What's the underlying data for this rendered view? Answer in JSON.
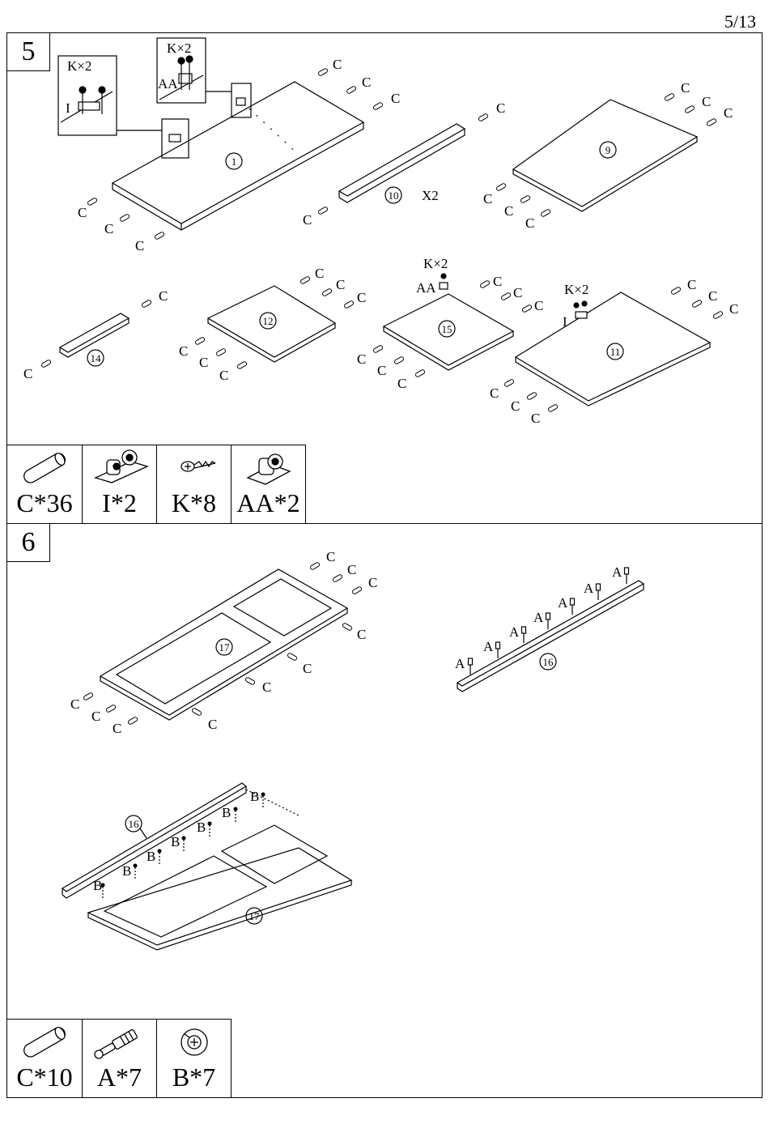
{
  "page_number": "5/13",
  "step5": {
    "number": "5",
    "labels": {
      "c": "C",
      "k2": "K×2",
      "i": "I",
      "aa": "AA",
      "p1": "1",
      "p9": "9",
      "p10": "10",
      "p10x": "X2",
      "p11": "11",
      "p12": "12",
      "p14": "14",
      "p15": "15"
    },
    "parts": [
      {
        "id": "C",
        "qty": "C*36",
        "icon": "dowel-icon"
      },
      {
        "id": "I",
        "qty": "I*2",
        "icon": "hinge-bracket-icon"
      },
      {
        "id": "K",
        "qty": "K*8",
        "icon": "screw-icon"
      },
      {
        "id": "AA",
        "qty": "AA*2",
        "icon": "single-bracket-icon"
      }
    ]
  },
  "step6": {
    "number": "6",
    "labels": {
      "c": "C",
      "a": "A",
      "b": "B",
      "p16": "16",
      "p17": "17"
    },
    "parts": [
      {
        "id": "C",
        "qty": "C*10",
        "icon": "dowel-icon"
      },
      {
        "id": "A",
        "qty": "A*7",
        "icon": "cam-bolt-icon"
      },
      {
        "id": "B",
        "qty": "B*7",
        "icon": "cam-lock-icon"
      }
    ]
  }
}
